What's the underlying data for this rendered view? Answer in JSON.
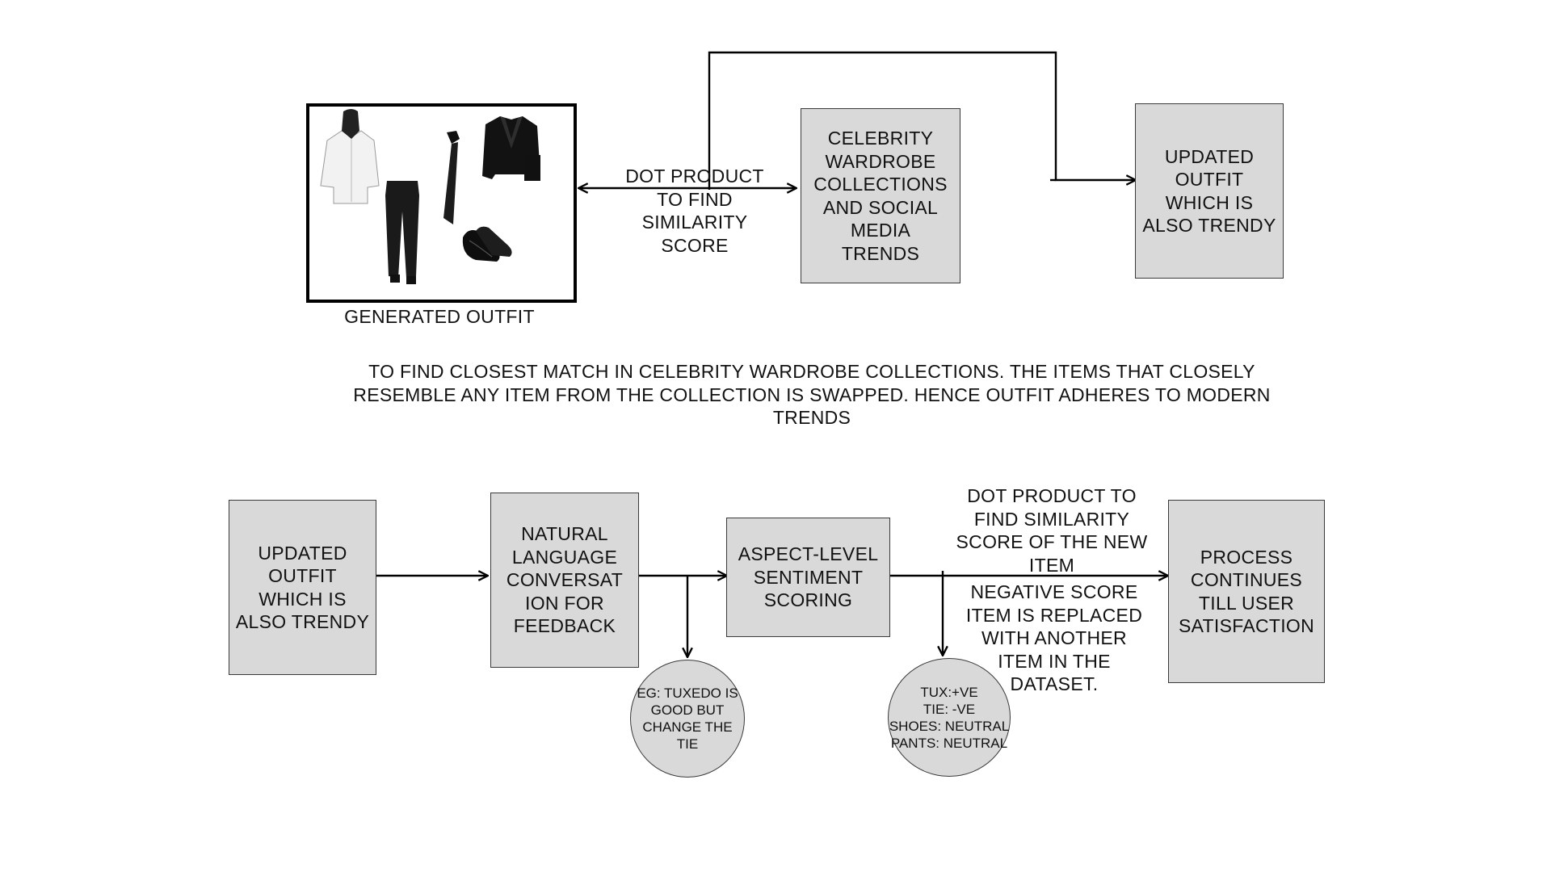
{
  "top_flow": {
    "generated_outfit_caption": "GENERATED OUTFIT",
    "dot_product_label": "DOT PRODUCT\nTO FIND\nSIMILARITY\nSCORE",
    "celebrity_box": "CELEBRITY\nWARDROBE\nCOLLECTIONS\nAND SOCIAL\nMEDIA\nTRENDS",
    "updated_outfit_box": "UPDATED\nOUTFIT\nWHICH IS\nALSO TRENDY"
  },
  "description": "TO FIND CLOSEST MATCH IN CELEBRITY WARDROBE COLLECTIONS. THE ITEMS THAT CLOSELY\nRESEMBLE ANY ITEM FROM THE COLLECTION IS SWAPPED. HENCE OUTFIT ADHERES TO MODERN\nTRENDS",
  "bottom_flow": {
    "updated_outfit_box": "UPDATED\nOUTFIT\nWHICH IS\nALSO TRENDY",
    "nl_box": "NATURAL\nLANGUAGE\nCONVERSAT\nION FOR\nFEEDBACK",
    "sentiment_box": "ASPECT-LEVEL\nSENTIMENT\nSCORING",
    "process_box": "PROCESS\nCONTINUES\nTILL USER\nSATISFACTION",
    "dot_product_new_item_label": "DOT PRODUCT TO\nFIND SIMILARITY\nSCORE OF THE NEW\nITEM",
    "negative_score_label": "NEGATIVE SCORE\nITEM IS REPLACED\nWITH ANOTHER\nITEM IN THE\nDATASET.",
    "feedback_example_circle": "EG: TUXEDO IS\nGOOD BUT\nCHANGE THE\nTIE",
    "sentiment_example_circle": "TUX:+VE\nTIE: -VE\nSHOES: NEUTRAL\nPANTS: NEUTRAL"
  },
  "colors": {
    "box_fill": "#d9d9d9",
    "line": "#000000"
  }
}
